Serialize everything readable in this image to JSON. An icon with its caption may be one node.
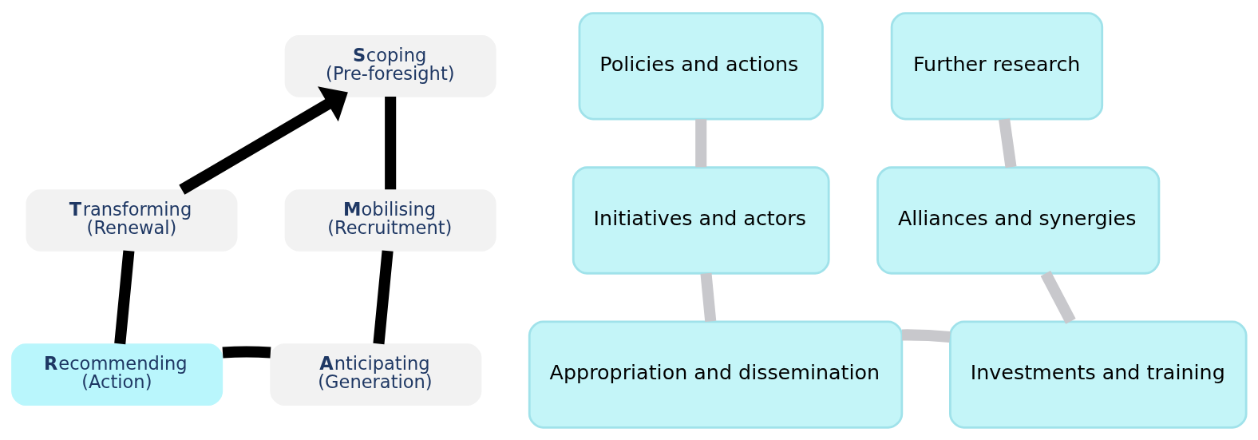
{
  "diagram": {
    "nodes": [
      {
        "text": [
          "**S**coping",
          "(Pre-foresight)"
        ]
      },
      {
        "text": [
          "**T**ransforming",
          "(Renewal)"
        ]
      },
      {
        "text": [
          "**M**obilising",
          "(Recruitment)"
        ]
      },
      {
        "text": [
          "**R**ecommending",
          "(Action)"
        ]
      },
      {
        "text": [
          "**A**nticipating",
          "(Generation)"
        ]
      },
      {
        "text": [
          "Policies and actions"
        ]
      },
      {
        "text": [
          "Further research"
        ]
      },
      {
        "text": [
          "Initiatives and actors"
        ]
      },
      {
        "text": [
          "Alliances and synergies"
        ]
      },
      {
        "text": [
          "Appropriation and dissemination"
        ]
      },
      {
        "text": [
          "Investments and training"
        ]
      }
    ],
    "edges": [
      {
        "from": 0,
        "to": 2,
        "arrow": "none"
      },
      {
        "from": 2,
        "to": 4,
        "arrow": "none"
      },
      {
        "from": 4,
        "to": 3,
        "arrow": "none"
      },
      {
        "from": 3,
        "to": 1,
        "arrow": "none"
      },
      {
        "from": 1,
        "to": 0,
        "arrow": "to"
      },
      {
        "from": 5,
        "to": 7,
        "arrow": "none",
        "color": "#c8c8cc"
      },
      {
        "from": 7,
        "to": 9,
        "arrow": "none",
        "color": "#c8c8cc"
      },
      {
        "from": 9,
        "to": 10,
        "arrow": "none",
        "color": "#c8c8cc"
      },
      {
        "from": 10,
        "to": 8,
        "arrow": "none",
        "color": "#c8c8cc"
      },
      {
        "from": 8,
        "to": 6,
        "arrow": "none",
        "color": "#c8c8cc"
      }
    ]
  }
}
